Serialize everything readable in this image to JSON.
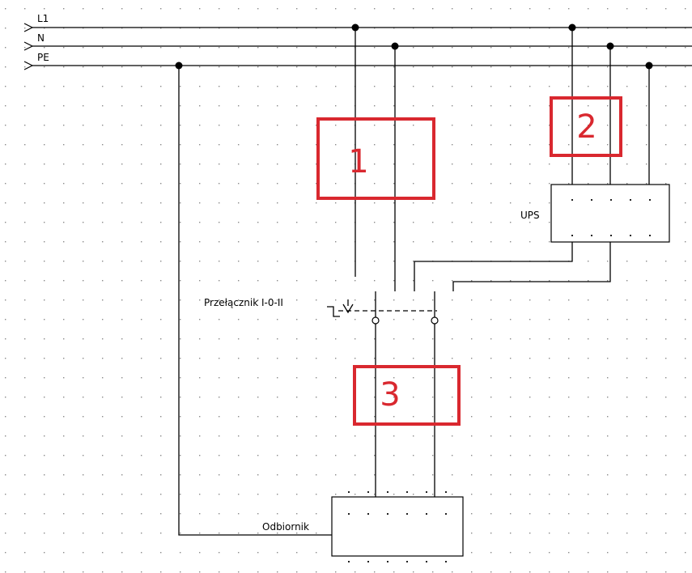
{
  "colors": {
    "annotation": "#d9282f",
    "grid_dot": "#8a8a8a",
    "line": "#000000"
  },
  "bus": {
    "lines": [
      {
        "label": "L1"
      },
      {
        "label": "N"
      },
      {
        "label": "PE"
      }
    ]
  },
  "components": {
    "ups_label": "UPS",
    "switch_label": "Przełącznik I-0-II",
    "load_label": "Odbiornik"
  },
  "annotations": [
    {
      "number": "1"
    },
    {
      "number": "2"
    },
    {
      "number": "3"
    }
  ]
}
